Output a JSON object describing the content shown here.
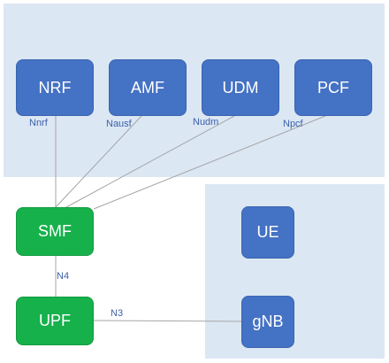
{
  "nodes": {
    "nrf": "NRF",
    "amf": "AMF",
    "udm": "UDM",
    "pcf": "PCF",
    "smf": "SMF",
    "upf": "UPF",
    "ue": "UE",
    "gnb": "gNB"
  },
  "interfaces": {
    "nnrf": "Nnrf",
    "nausf": "Nausf",
    "nudm": "Nudm",
    "npcf": "Npcf",
    "n4": "N4",
    "n3": "N3"
  },
  "colors": {
    "region_fill": "#dce7f4",
    "blue_node": "#4472c4",
    "green_node": "#16b14b",
    "link": "#a6a6a6",
    "label_text": "#3b5fa8"
  }
}
